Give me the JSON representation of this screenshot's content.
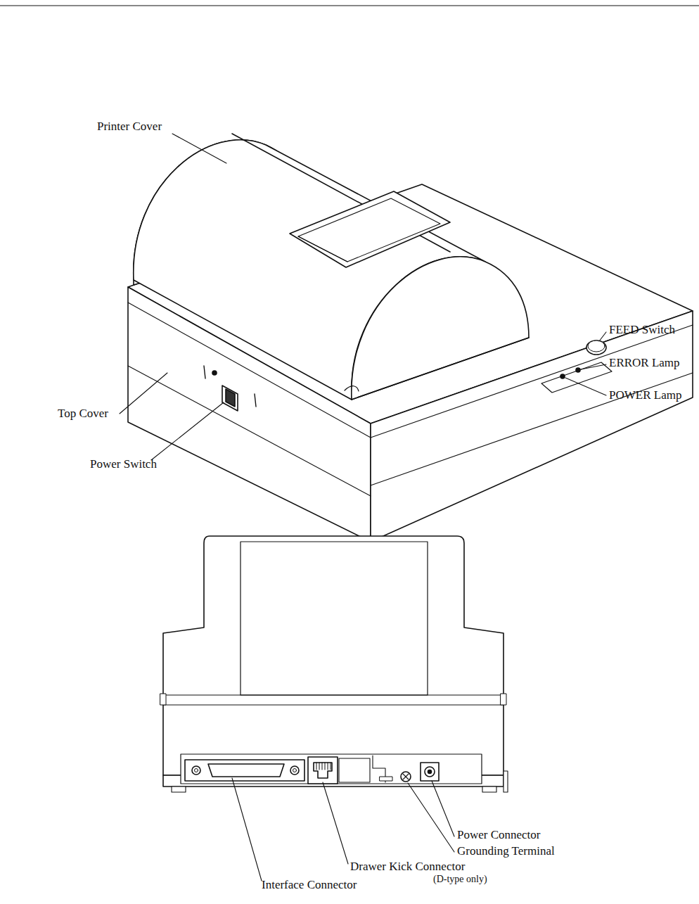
{
  "diagram": {
    "labels": [
      "Printer Cover",
      "FEED Switch",
      "ERROR Lamp",
      "POWER Lamp",
      "Top Cover",
      "Power Switch",
      "Power Connector",
      "Grounding Terminal",
      "Drawer Kick Connector",
      "(D-type only)",
      "Interface Connector"
    ]
  }
}
